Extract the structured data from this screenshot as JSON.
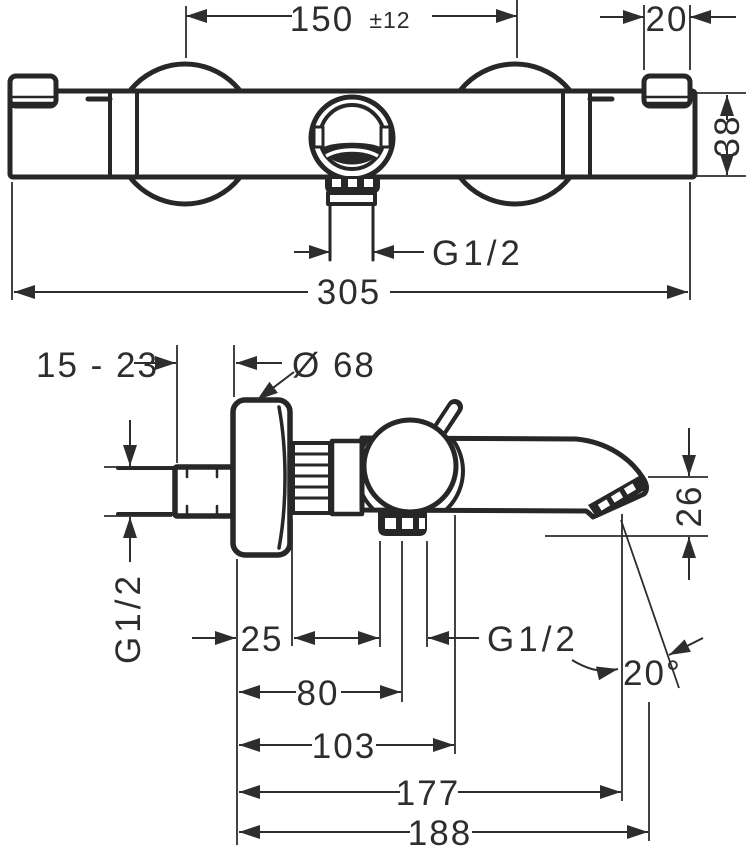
{
  "drawing": {
    "background": "#ffffff",
    "line_color": "#272727",
    "front_view": {
      "dimensions": {
        "pillar_distance": "150",
        "pillar_distance_tolerance": "±12",
        "end_cap_width": "20",
        "body_height": "38",
        "outlet_thread": "G1/2",
        "overall_width": "305"
      }
    },
    "side_view": {
      "dimensions": {
        "adjustment_range": "15 - 23",
        "escutcheon_diameter": "Ø 68",
        "inlet_thread": "G1/2",
        "escutcheon_depth": "25",
        "shower_outlet_thread": "G1/2",
        "depth_to_shower_outlet": "80",
        "depth_to_spout_centre": "103",
        "depth_to_spout_tip": "177",
        "overall_depth": "188",
        "spout_drop": "26",
        "spout_angle": "20°"
      }
    }
  }
}
